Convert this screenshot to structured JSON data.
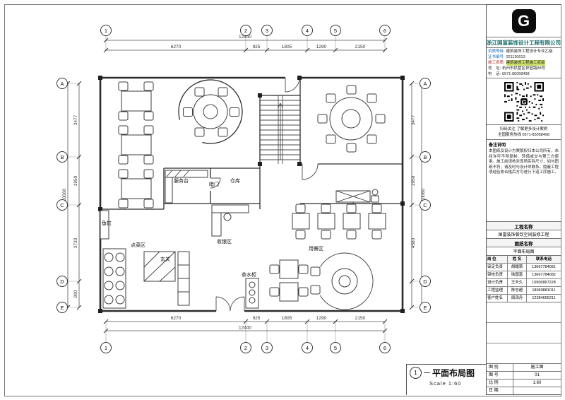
{
  "colors": {
    "accent": "#166d68",
    "line": "#2b2b2b",
    "highlight": "#cfe06a"
  },
  "grid": {
    "cols": [
      "1",
      "2",
      "3",
      "4",
      "5",
      "6"
    ],
    "rows": [
      "A",
      "B",
      "C",
      "D",
      "E"
    ]
  },
  "dims": {
    "top_total": "12440",
    "top": [
      "6270",
      "925",
      "1805",
      "1290",
      "2150"
    ],
    "bottom_total": "12440",
    "bottom": [
      "6270",
      "925",
      "1805",
      "1290",
      "2150"
    ],
    "left": [
      "3477",
      "1950",
      "3733",
      "900"
    ],
    "left_total": "10060",
    "right": [
      "3477",
      "1950",
      "4583"
    ],
    "right_total": "10060"
  },
  "plan_labels": {
    "service_desk": "服务台",
    "hidden_door": "暗门",
    "storage": "仓库",
    "cashier": "收银区",
    "ordering": "点菜区",
    "foyer": "玄关",
    "tea_cabinet": "茶水柜",
    "dining": "用餐区",
    "fish_tank": "鱼缸"
  },
  "titleblock": {
    "logo_letter": "G",
    "company": "浙江国富装饰设计工程有限公司",
    "info_rows": [
      {
        "label": "资质等级:",
        "value": "建筑装饰工程设计专业乙级"
      },
      {
        "label": "证书编号:",
        "value": "021130013"
      },
      {
        "label": "施工资质:",
        "value": "建筑装饰工程施工贰级"
      },
      {
        "label": "地　址:",
        "value": "杭州市拱墅区祥园路88号"
      },
      {
        "label": "电　话:",
        "value": "0571-85058498"
      }
    ],
    "qr_caption_1": "扫码关注 了解更多设计案例",
    "qr_caption_2": "全国服务热线 0571-85058498",
    "notes_title": "备注说明",
    "notes_body": "本图纸及设计方案版权归本公司所有，未经许可不得复制、转借或交与第三方使用。施工前请核对现场实际尺寸，如与图纸不符，请及时与设计师联系。隐蔽工程须经验收合格后方可进行下道工序施工。",
    "project_label": "工程名称",
    "project_value": "国富装饰餐饮空间装修工程",
    "sheet_label": "图纸名称",
    "sheet_value": "平面布局图",
    "people_header": [
      "岗 位",
      "姓 名",
      "联系电话"
    ],
    "people": [
      {
        "role": "审定负责",
        "name": "胡耀荣",
        "phone": "13667784081"
      },
      {
        "role": "审核负责",
        "name": "徐国富",
        "phone": "13667784082"
      },
      {
        "role": "设计负责",
        "name": "王天久",
        "phone": "15906867228"
      },
      {
        "role": "工程监理",
        "name": "陈志超",
        "phone": "18069881011"
      },
      {
        "role": "客户姓名",
        "name": "周润舟",
        "phone": "12284655211"
      }
    ],
    "meta_rows": [
      {
        "label": "图 别",
        "value": "施工图"
      },
      {
        "label": "图 号",
        "value": "01"
      },
      {
        "label": "比 例",
        "value": "1:60"
      },
      {
        "label": "日 期",
        "value": ""
      }
    ]
  },
  "title": {
    "num": "1",
    "name": "平面布局图",
    "scale": "Scale 1:60"
  }
}
